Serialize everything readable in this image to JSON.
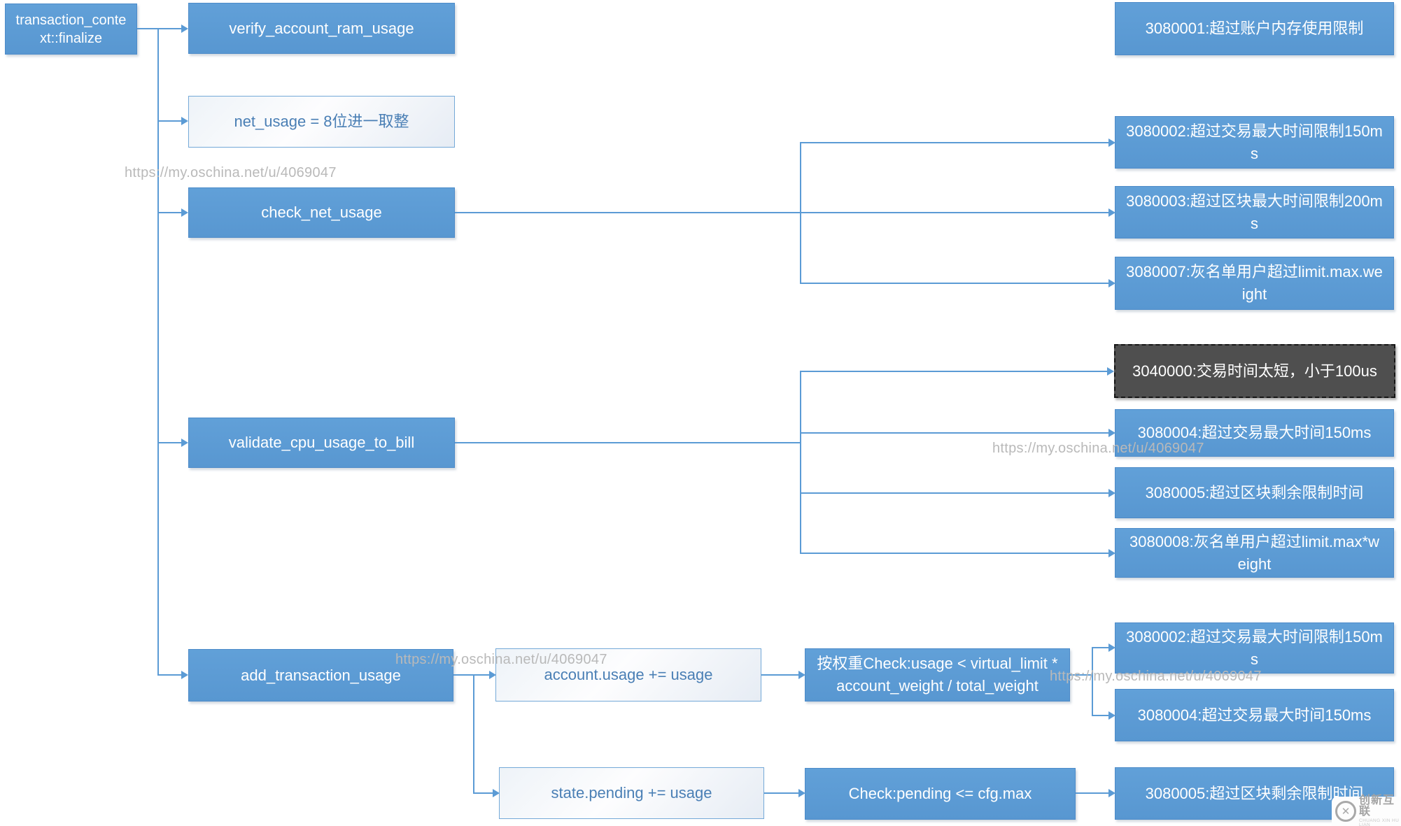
{
  "watermark": "https://my.oschina.net/u/4069047",
  "flow": {
    "root": "transaction_context::finalize",
    "steps": {
      "verify": "verify_account_ram_usage",
      "net_usage": "net_usage = 8位进一取整",
      "check_net": "check_net_usage",
      "validate_cpu": "validate_cpu_usage_to_bill",
      "add_usage": "add_transaction_usage",
      "account_usage": "account.usage += usage",
      "weight_check": "按权重Check:usage < virtual_limit * account_weight / total_weight",
      "state_pending": "state.pending += usage",
      "pending_check": "Check:pending <= cfg.max"
    },
    "errors": [
      {
        "label": "3080001:超过账户内存使用限制"
      },
      {
        "label": "3080002:超过交易最大时间限制150ms"
      },
      {
        "label": "3080003:超过区块最大时间限制200ms"
      },
      {
        "label": "3080007:灰名单用户超过limit.max.weight"
      },
      {
        "label": "3040000:交易时间太短，小于100us"
      },
      {
        "label": "3080004:超过交易最大时间150ms"
      },
      {
        "label": "3080005:超过区块剩余限制时间"
      },
      {
        "label": "3080008:灰名单用户超过limit.max*weight"
      },
      {
        "label": "3080002:超过交易最大时间限制150ms"
      },
      {
        "label": "3080004:超过交易最大时间150ms"
      },
      {
        "label": "3080005:超过区块剩余限制时间"
      }
    ]
  },
  "logo": {
    "icon": "circle-x-logo-icon",
    "name": "创新互联",
    "subtitle": "CHUANG XIN HU LIAN"
  },
  "colors": {
    "node_blue": "#5b9bd5",
    "node_blue_border": "#4d8bc9",
    "node_dark": "#4f4f4f",
    "light_node_text": "#4a7fb5",
    "connector": "#5b9bd5",
    "watermark_gray": "#b9b9b9"
  }
}
